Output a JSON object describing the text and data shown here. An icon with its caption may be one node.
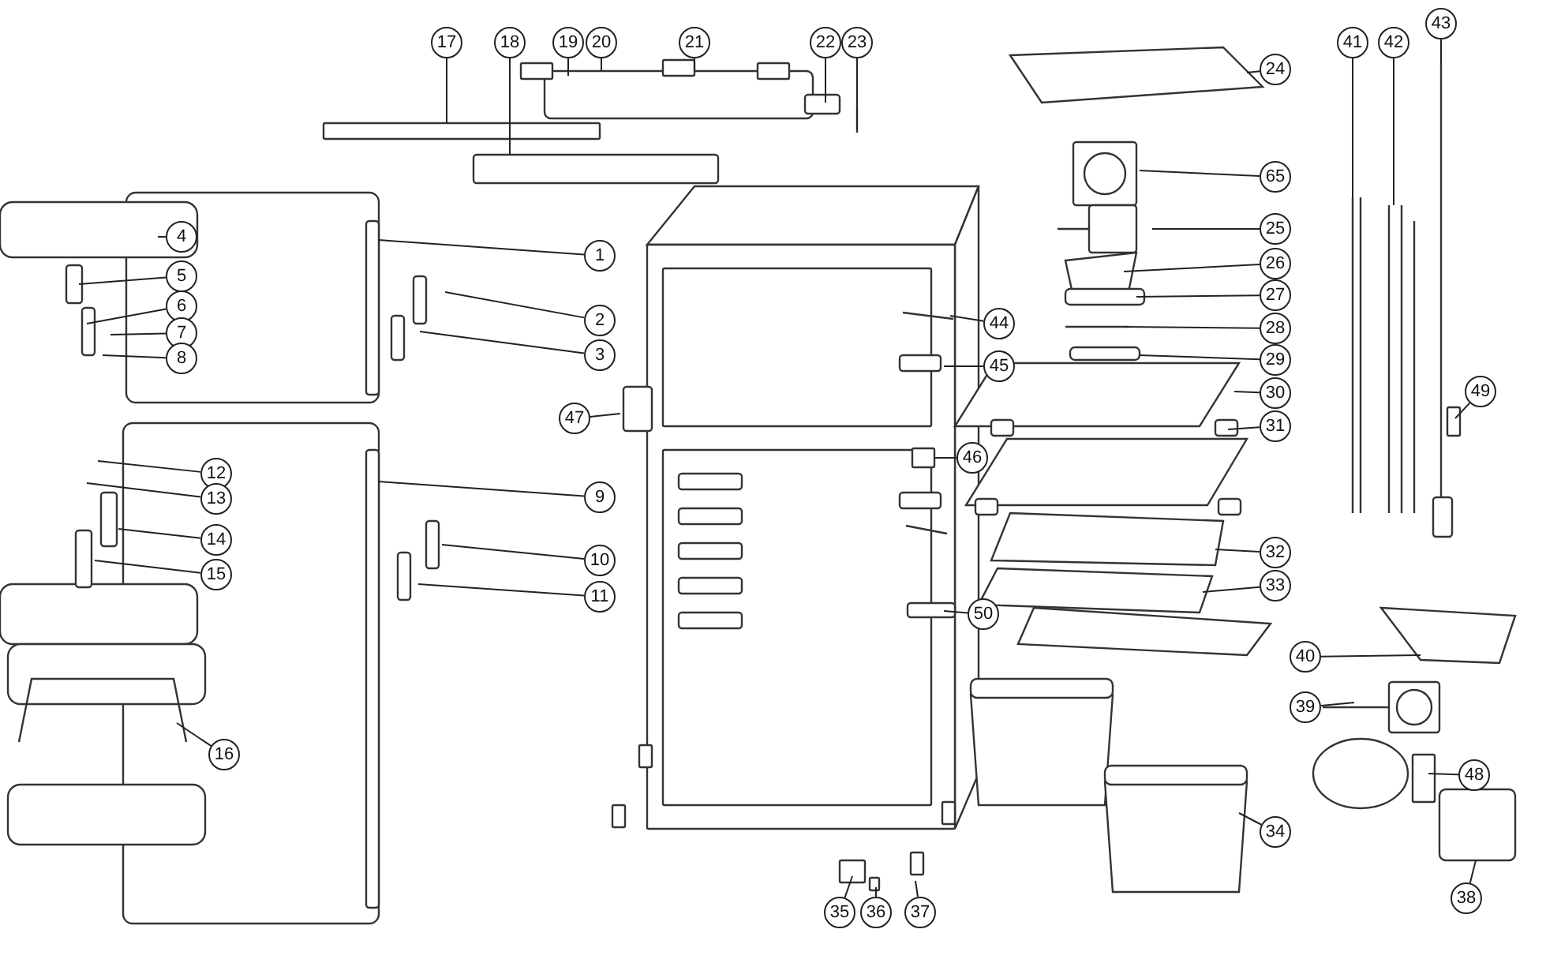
{
  "diagram": {
    "nodes": [
      {
        "text": [
          "1"
        ]
      },
      {
        "text": [
          "2"
        ]
      },
      {
        "text": [
          "3"
        ]
      },
      {
        "text": [
          "4"
        ]
      },
      {
        "text": [
          "5"
        ]
      },
      {
        "text": [
          "6"
        ]
      },
      {
        "text": [
          "7"
        ]
      },
      {
        "text": [
          "8"
        ]
      },
      {
        "text": [
          "9"
        ]
      },
      {
        "text": [
          "10"
        ]
      },
      {
        "text": [
          "11"
        ]
      },
      {
        "text": [
          "12"
        ]
      },
      {
        "text": [
          "13"
        ]
      },
      {
        "text": [
          "14"
        ]
      },
      {
        "text": [
          "15"
        ]
      },
      {
        "text": [
          "16"
        ]
      },
      {
        "text": [
          "17"
        ]
      },
      {
        "text": [
          "18"
        ]
      },
      {
        "text": [
          "19"
        ]
      },
      {
        "text": [
          "20"
        ]
      },
      {
        "text": [
          "21"
        ]
      },
      {
        "text": [
          "22"
        ]
      },
      {
        "text": [
          "23"
        ]
      },
      {
        "text": [
          "24"
        ]
      },
      {
        "text": [
          "25"
        ]
      },
      {
        "text": [
          "26"
        ]
      },
      {
        "text": [
          "27"
        ]
      },
      {
        "text": [
          "28"
        ]
      },
      {
        "text": [
          "29"
        ]
      },
      {
        "text": [
          "30"
        ]
      },
      {
        "text": [
          "31"
        ]
      },
      {
        "text": [
          "32"
        ]
      },
      {
        "text": [
          "33"
        ]
      },
      {
        "text": [
          "34"
        ]
      },
      {
        "text": [
          "35"
        ]
      },
      {
        "text": [
          "36"
        ]
      },
      {
        "text": [
          "37"
        ]
      },
      {
        "text": [
          "38"
        ]
      },
      {
        "text": [
          "39"
        ]
      },
      {
        "text": [
          "40"
        ]
      },
      {
        "text": [
          "41"
        ]
      },
      {
        "text": [
          "42"
        ]
      },
      {
        "text": [
          "43"
        ]
      },
      {
        "text": [
          "44"
        ]
      },
      {
        "text": [
          "45"
        ]
      },
      {
        "text": [
          "46"
        ]
      },
      {
        "text": [
          "47"
        ]
      },
      {
        "text": [
          "48"
        ]
      },
      {
        "text": [
          "49"
        ]
      },
      {
        "text": [
          "50"
        ]
      },
      {
        "text": [
          "65"
        ]
      }
    ],
    "edges": [
      {
        "from": 0,
        "to": null,
        "arrow": "none"
      },
      {
        "from": 1,
        "to": null,
        "arrow": "none"
      },
      {
        "from": 2,
        "to": null,
        "arrow": "none"
      },
      {
        "from": 3,
        "to": null,
        "arrow": "none"
      },
      {
        "from": 4,
        "to": null,
        "arrow": "none"
      },
      {
        "from": 5,
        "to": null,
        "arrow": "none"
      },
      {
        "from": 6,
        "to": null,
        "arrow": "none"
      },
      {
        "from": 7,
        "to": null,
        "arrow": "none"
      },
      {
        "from": 8,
        "to": null,
        "arrow": "none"
      },
      {
        "from": 9,
        "to": null,
        "arrow": "none"
      },
      {
        "from": 10,
        "to": null,
        "arrow": "none"
      },
      {
        "from": 11,
        "to": null,
        "arrow": "none"
      },
      {
        "from": 12,
        "to": null,
        "arrow": "none"
      },
      {
        "from": 13,
        "to": null,
        "arrow": "none"
      },
      {
        "from": 14,
        "to": null,
        "arrow": "none"
      },
      {
        "from": 15,
        "to": null,
        "arrow": "none"
      },
      {
        "from": 16,
        "to": null,
        "arrow": "none"
      },
      {
        "from": 17,
        "to": null,
        "arrow": "none"
      },
      {
        "from": 18,
        "to": null,
        "arrow": "none"
      },
      {
        "from": 19,
        "to": null,
        "arrow": "none"
      },
      {
        "from": 20,
        "to": null,
        "arrow": "none"
      },
      {
        "from": 21,
        "to": null,
        "arrow": "none"
      },
      {
        "from": 22,
        "to": null,
        "arrow": "none"
      },
      {
        "from": 23,
        "to": null,
        "arrow": "none"
      },
      {
        "from": 24,
        "to": null,
        "arrow": "none"
      },
      {
        "from": 25,
        "to": null,
        "arrow": "none"
      },
      {
        "from": 26,
        "to": null,
        "arrow": "none"
      },
      {
        "from": 27,
        "to": null,
        "arrow": "none"
      },
      {
        "from": 28,
        "to": null,
        "arrow": "none"
      },
      {
        "from": 29,
        "to": null,
        "arrow": "none"
      },
      {
        "from": 30,
        "to": null,
        "arrow": "none"
      },
      {
        "from": 31,
        "to": null,
        "arrow": "none"
      },
      {
        "from": 32,
        "to": null,
        "arrow": "none"
      },
      {
        "from": 33,
        "to": null,
        "arrow": "none"
      },
      {
        "from": 34,
        "to": null,
        "arrow": "none"
      },
      {
        "from": 35,
        "to": null,
        "arrow": "none"
      },
      {
        "from": 36,
        "to": null,
        "arrow": "none"
      },
      {
        "from": 37,
        "to": null,
        "arrow": "none"
      },
      {
        "from": 38,
        "to": null,
        "arrow": "none"
      },
      {
        "from": 39,
        "to": null,
        "arrow": "none"
      },
      {
        "from": 40,
        "to": null,
        "arrow": "none"
      },
      {
        "from": 41,
        "to": null,
        "arrow": "none"
      },
      {
        "from": 42,
        "to": null,
        "arrow": "none"
      },
      {
        "from": 43,
        "to": null,
        "arrow": "none"
      },
      {
        "from": 44,
        "to": null,
        "arrow": "none"
      },
      {
        "from": 45,
        "to": null,
        "arrow": "none"
      },
      {
        "from": 46,
        "to": null,
        "arrow": "none"
      },
      {
        "from": 47,
        "to": null,
        "arrow": "none"
      },
      {
        "from": 48,
        "to": null,
        "arrow": "none"
      },
      {
        "from": 49,
        "to": null,
        "arrow": "none"
      },
      {
        "from": 50,
        "to": null,
        "arrow": "none"
      }
    ]
  }
}
